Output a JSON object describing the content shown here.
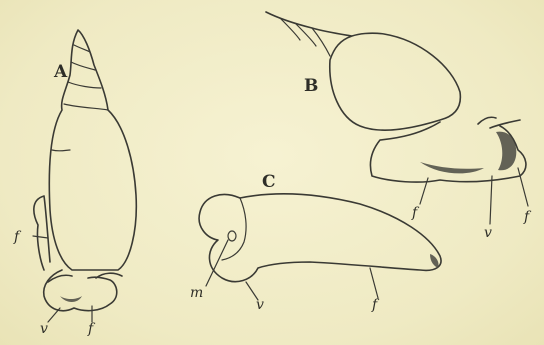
{
  "figure": {
    "panel_a": {
      "label": "A",
      "foot_label": "f",
      "lower_labels": [
        "v",
        "f"
      ]
    },
    "panel_b": {
      "label": "B",
      "labels": [
        "f",
        "v",
        "f"
      ]
    },
    "panel_c": {
      "label": "C",
      "labels": [
        "m",
        "v",
        "f"
      ]
    },
    "colors": {
      "paper": "#f3efc9",
      "ink": "#3a3a34"
    }
  }
}
